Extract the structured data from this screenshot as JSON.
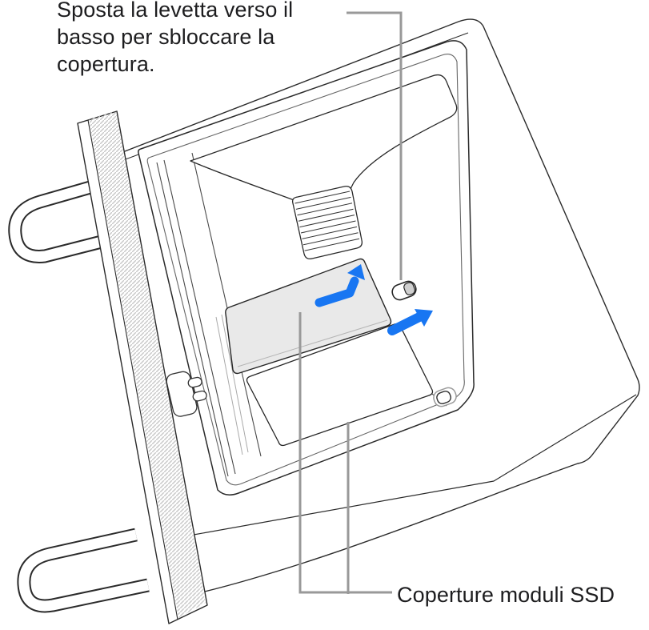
{
  "figure": {
    "description": "Mac Pro on its side showing SSD module covers and unlock lever",
    "callout_lever": {
      "line1": "Sposta la levetta verso il",
      "line2": "basso per sbloccare la",
      "line3": "copertura."
    },
    "callout_covers": {
      "label": "Coperture moduli SSD"
    },
    "parts": [
      "front-panel-lattice",
      "top-handle",
      "bottom-handle",
      "vent-ribs",
      "ssd-cover-top",
      "ssd-cover-bottom",
      "unlock-lever",
      "secondary-lever",
      "bent-unlock-arrow-icon",
      "slide-right-arrow-icon"
    ]
  },
  "colors": {
    "arrow_blue": "#1876F2",
    "callout_line": "#999999",
    "text": "#1D1D1F",
    "cover_fill": "#E9E9E9",
    "outline": "#2A2A2A",
    "background": "#FFFFFF"
  }
}
